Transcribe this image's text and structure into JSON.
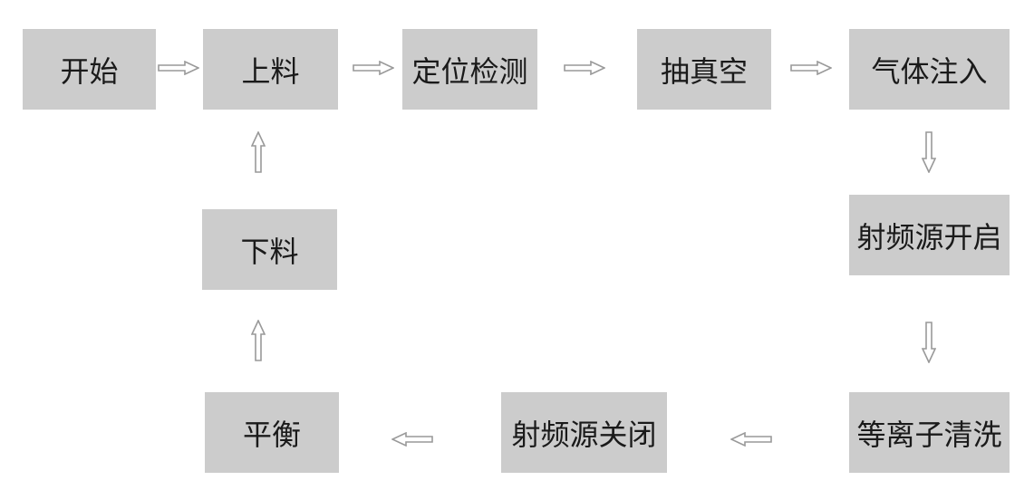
{
  "diagram": {
    "nodes": [
      {
        "id": "start",
        "label": "开始"
      },
      {
        "id": "loading",
        "label": "上料"
      },
      {
        "id": "positioning",
        "label": "定位检测"
      },
      {
        "id": "vacuum",
        "label": "抽真空"
      },
      {
        "id": "gas_injection",
        "label": "气体注入"
      },
      {
        "id": "rf_on",
        "label": "射频源开启"
      },
      {
        "id": "plasma_cleaning",
        "label": "等离子清洗"
      },
      {
        "id": "rf_off",
        "label": "射频源关闭"
      },
      {
        "id": "balance",
        "label": "平衡"
      },
      {
        "id": "unloading",
        "label": "下料"
      }
    ],
    "edges": [
      {
        "from": "start",
        "to": "loading"
      },
      {
        "from": "loading",
        "to": "positioning"
      },
      {
        "from": "positioning",
        "to": "vacuum"
      },
      {
        "from": "vacuum",
        "to": "gas_injection"
      },
      {
        "from": "gas_injection",
        "to": "rf_on"
      },
      {
        "from": "rf_on",
        "to": "plasma_cleaning"
      },
      {
        "from": "plasma_cleaning",
        "to": "rf_off"
      },
      {
        "from": "rf_off",
        "to": "balance"
      },
      {
        "from": "balance",
        "to": "unloading"
      },
      {
        "from": "unloading",
        "to": "loading"
      }
    ],
    "colors": {
      "node_fill": "#cccccc",
      "text": "#1a1a1a",
      "arrow": "#999999"
    }
  }
}
